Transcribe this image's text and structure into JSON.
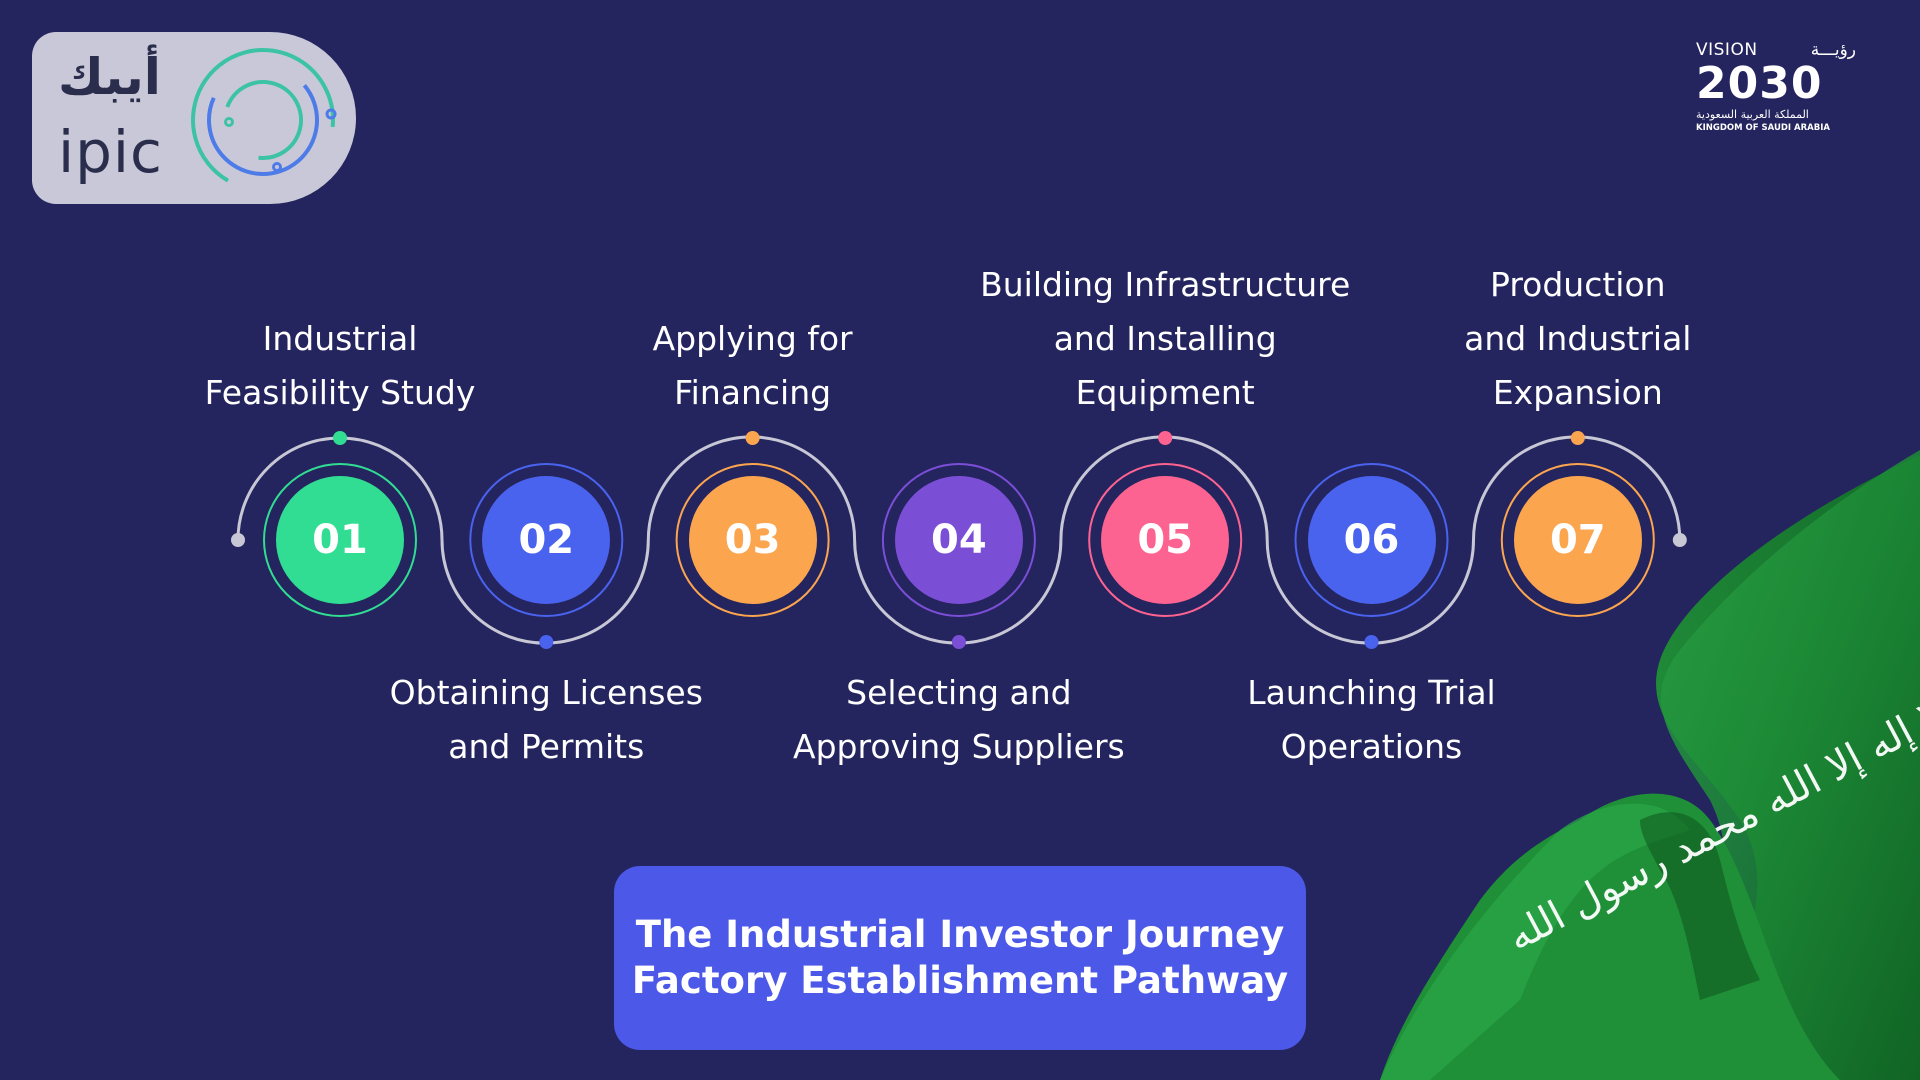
{
  "brand": {
    "logo_ar": "أيبك",
    "logo_en": "ipic",
    "logo_ring_colors": [
      "#35c4a4",
      "#4f72e6"
    ]
  },
  "vision2030": {
    "vision_label": "VISION",
    "vision_ar": "رؤيـــة",
    "year": "2030",
    "kingdom_ar": "المملكة العربية السعودية",
    "kingdom_en": "KINGDOM OF SAUDI ARABIA"
  },
  "steps": [
    {
      "number": "01",
      "label_lines": [
        "Industrial",
        "Feasibility Study"
      ],
      "color": "#30dd92",
      "position": "above"
    },
    {
      "number": "02",
      "label_lines": [
        "Obtaining Licenses",
        "and Permits"
      ],
      "color": "#4a63ee",
      "position": "below"
    },
    {
      "number": "03",
      "label_lines": [
        "Applying for",
        "Financing"
      ],
      "color": "#fca54f",
      "position": "above"
    },
    {
      "number": "04",
      "label_lines": [
        "Selecting and",
        "Approving Suppliers"
      ],
      "color": "#7b4ed6",
      "position": "below"
    },
    {
      "number": "05",
      "label_lines": [
        "Building Infrastructure",
        "and Installing",
        "Equipment"
      ],
      "color": "#fd6390",
      "position": "above"
    },
    {
      "number": "06",
      "label_lines": [
        "Launching Trial",
        "Operations"
      ],
      "color": "#4a63ee",
      "position": "below"
    },
    {
      "number": "07",
      "label_lines": [
        "Production",
        "and Industrial",
        "Expansion"
      ],
      "color": "#fca54f",
      "position": "above"
    }
  ],
  "title": {
    "line1": "The Industrial Investor Journey",
    "line2": "Factory Establishment Pathway"
  },
  "colors": {
    "background": "#24245e",
    "connector": "#c7c7d6",
    "title_box": "#4c58e8",
    "flag_green": "#1e8e3a"
  },
  "flag": {
    "script": "لا إله إلا الله محمد رسول الله"
  }
}
